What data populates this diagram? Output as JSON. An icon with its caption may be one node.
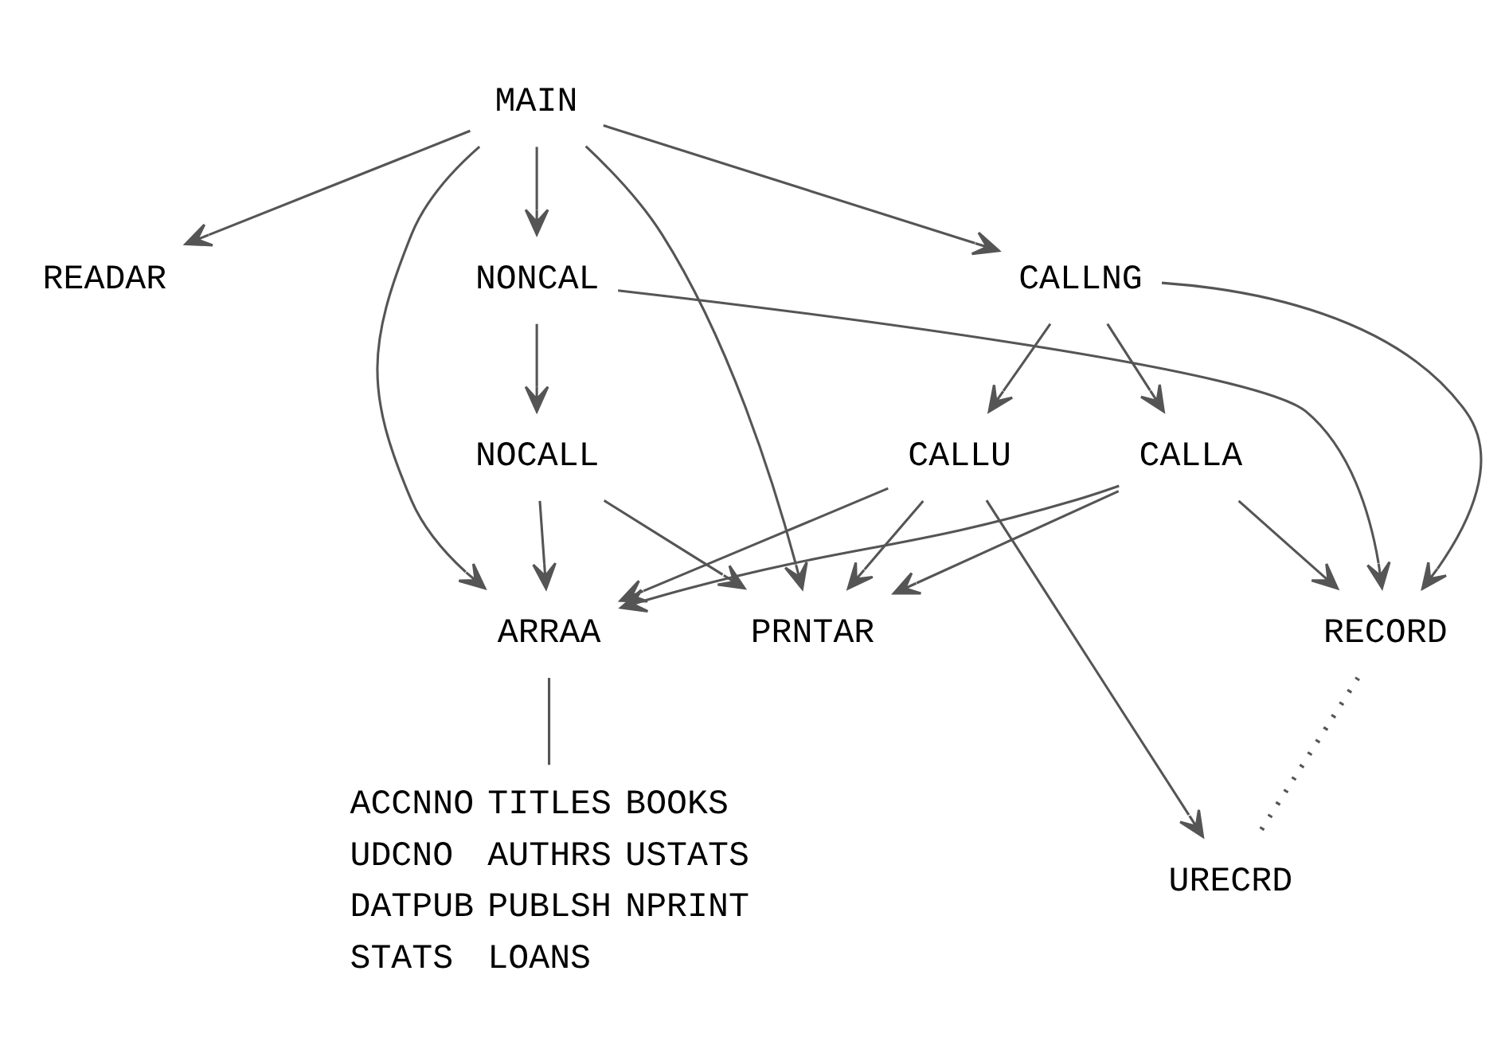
{
  "diagram": {
    "nodes": [
      {
        "text": [
          "MAIN"
        ]
      },
      {
        "text": [
          "READAR"
        ]
      },
      {
        "text": [
          "NONCAL"
        ]
      },
      {
        "text": [
          "CALLNG"
        ]
      },
      {
        "text": [
          "NOCALL"
        ]
      },
      {
        "text": [
          "CALLA"
        ]
      },
      {
        "text": [
          "CALLU"
        ]
      },
      {
        "text": [
          "RECORD"
        ]
      },
      {
        "text": [
          "URECRD"
        ]
      },
      {
        "text": [
          "PRNTAR"
        ]
      },
      {
        "text": [
          "ARRAA"
        ]
      },
      {
        "text": [
          "ACCNNO",
          "TITLES",
          "BOOKS",
          "UDCNO",
          "AUTHRS",
          "USTATS",
          "DATPUB",
          "PUBLSH",
          "NPRINT",
          "STATS",
          "LOANS"
        ]
      }
    ],
    "edges": [
      {
        "from": 0,
        "to": 1,
        "arrow": "to"
      },
      {
        "from": 0,
        "to": 2,
        "arrow": "to"
      },
      {
        "from": 0,
        "to": 3,
        "arrow": "to"
      },
      {
        "from": 2,
        "to": 4,
        "arrow": "to"
      },
      {
        "from": 2,
        "to": 7,
        "arrow": "to"
      },
      {
        "from": 3,
        "to": 7,
        "arrow": "to"
      },
      {
        "from": 3,
        "to": 5,
        "arrow": "to"
      },
      {
        "from": 3,
        "to": 6,
        "arrow": "to"
      },
      {
        "from": 5,
        "to": 7,
        "arrow": "to"
      },
      {
        "from": 6,
        "to": 8,
        "arrow": "to"
      },
      {
        "from": 7,
        "to": 8,
        "arrow": "none",
        "style": "dashed"
      },
      {
        "from": 0,
        "to": 9,
        "arrow": "to"
      },
      {
        "from": 0,
        "to": 10,
        "arrow": "to"
      },
      {
        "from": 4,
        "to": 9,
        "arrow": "to"
      },
      {
        "from": 4,
        "to": 10,
        "arrow": "to"
      },
      {
        "from": 5,
        "to": 9,
        "arrow": "to"
      },
      {
        "from": 5,
        "to": 10,
        "arrow": "to"
      },
      {
        "from": 6,
        "to": 9,
        "arrow": "to"
      },
      {
        "from": 6,
        "to": 10,
        "arrow": "to"
      },
      {
        "from": 10,
        "to": 11,
        "arrow": "none"
      }
    ]
  }
}
